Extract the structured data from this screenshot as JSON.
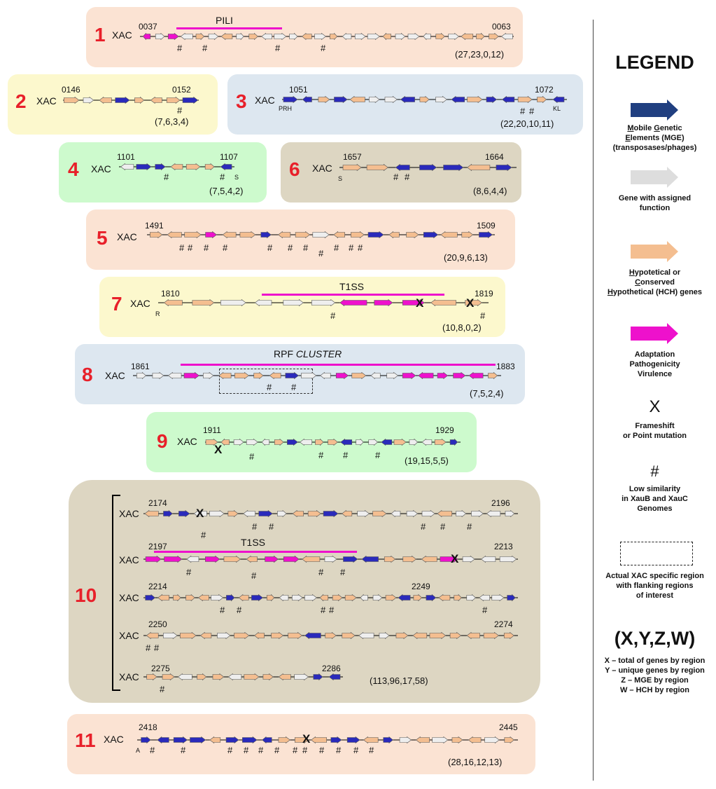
{
  "colors": {
    "mge": "#2a2abb",
    "assigned": "#eeeeee",
    "hch": "#f4be90",
    "adaptation": "#ee11cc",
    "panel_salmon": "#fbe3d3",
    "panel_yellow": "#fcf8cd",
    "panel_blue": "#dde7f0",
    "panel_green": "#cdfacd",
    "panel_tan": "#ddd6c2",
    "number_red": "#e8202a"
  },
  "regions": [
    {
      "id": "1",
      "prefix": "XAC",
      "start": "0037",
      "end": "0063",
      "title": "PILI",
      "summary": "(27,23,0,12)"
    },
    {
      "id": "2",
      "prefix": "XAC",
      "start": "0146",
      "end": "0152",
      "summary": "(7,6,3,4)"
    },
    {
      "id": "3",
      "prefix": "XAC",
      "start": "1051",
      "end": "1072",
      "flank_left": "PRH",
      "flank_right": "KL",
      "summary": "(22,20,10,11)"
    },
    {
      "id": "4",
      "prefix": "XAC",
      "start": "1101",
      "end": "1107",
      "flank_right": "S",
      "summary": "(7,5,4,2)"
    },
    {
      "id": "6",
      "prefix": "XAC",
      "start": "1657",
      "end": "1664",
      "flank_left": "S",
      "summary": "(8,6,4,4)"
    },
    {
      "id": "5",
      "prefix": "XAC",
      "start": "1491",
      "end": "1509",
      "summary": "(20,9,6,13)"
    },
    {
      "id": "7",
      "prefix": "XAC",
      "start": "1810",
      "end": "1819",
      "flank_left": "R",
      "title": "T1SS",
      "summary": "(10,8,0,2)"
    },
    {
      "id": "8",
      "prefix": "XAC",
      "start": "1861",
      "end": "1883",
      "title_a": "RPF ",
      "title_b": "CLUSTER",
      "summary": "(7,5,2,4)"
    },
    {
      "id": "9",
      "prefix": "XAC",
      "start": "1911",
      "end": "1929",
      "summary": "(19,15,5,5)"
    },
    {
      "id": "10",
      "prefix": "XAC",
      "rows": [
        {
          "start": "2174",
          "end": "2196"
        },
        {
          "start": "2197",
          "end": "2213",
          "title": "T1SS"
        },
        {
          "start": "2214",
          "end": "2249"
        },
        {
          "start": "2250",
          "end": "2274"
        },
        {
          "start": "2275",
          "end": "2286"
        }
      ],
      "summary": "(113,96,17,58)"
    },
    {
      "id": "11",
      "prefix": "XAC",
      "start": "2418",
      "end": "2445",
      "flank_left": "A",
      "summary": "(28,16,12,13)"
    }
  ],
  "symbols": {
    "hash": "#",
    "frameshift": "X"
  },
  "legend": {
    "title": "LEGEND",
    "mge": {
      "line1_u1": "M",
      "line1_r1": "obile ",
      "line1_u2": "G",
      "line1_r2": "enetic",
      "line2_u": "E",
      "line2_r": "lements (MGE)",
      "line3": "(transposases/phages)"
    },
    "assigned": {
      "line1": "Gene with assigned",
      "line2": "function"
    },
    "hch": {
      "line1_u": "H",
      "line1_r": "ypotetical or",
      "line2_u": "C",
      "line2_r": "onserved",
      "line3_u": "H",
      "line3_r": "ypothetical (HCH) genes"
    },
    "adaptation": {
      "line1": "Adaptation",
      "line2": "Pathogenicity",
      "line3": "Virulence"
    },
    "frameshift": {
      "symbol": "X",
      "line1": "Frameshift",
      "line2": "or Point mutation"
    },
    "hash": {
      "symbol": "#",
      "line1": "Low similarity",
      "line2": "in XauB and XauC",
      "line3": "Genomes"
    },
    "dashed": {
      "line1": "Actual XAC specific region",
      "line2": "with flanking regions",
      "line3": "of interest"
    },
    "formula": {
      "title": "(X,Y,Z,W)",
      "x": "X – total of genes by region",
      "y": "Y – unique genes by region",
      "z": "Z – MGE by region",
      "w": "W – HCH by region"
    }
  }
}
